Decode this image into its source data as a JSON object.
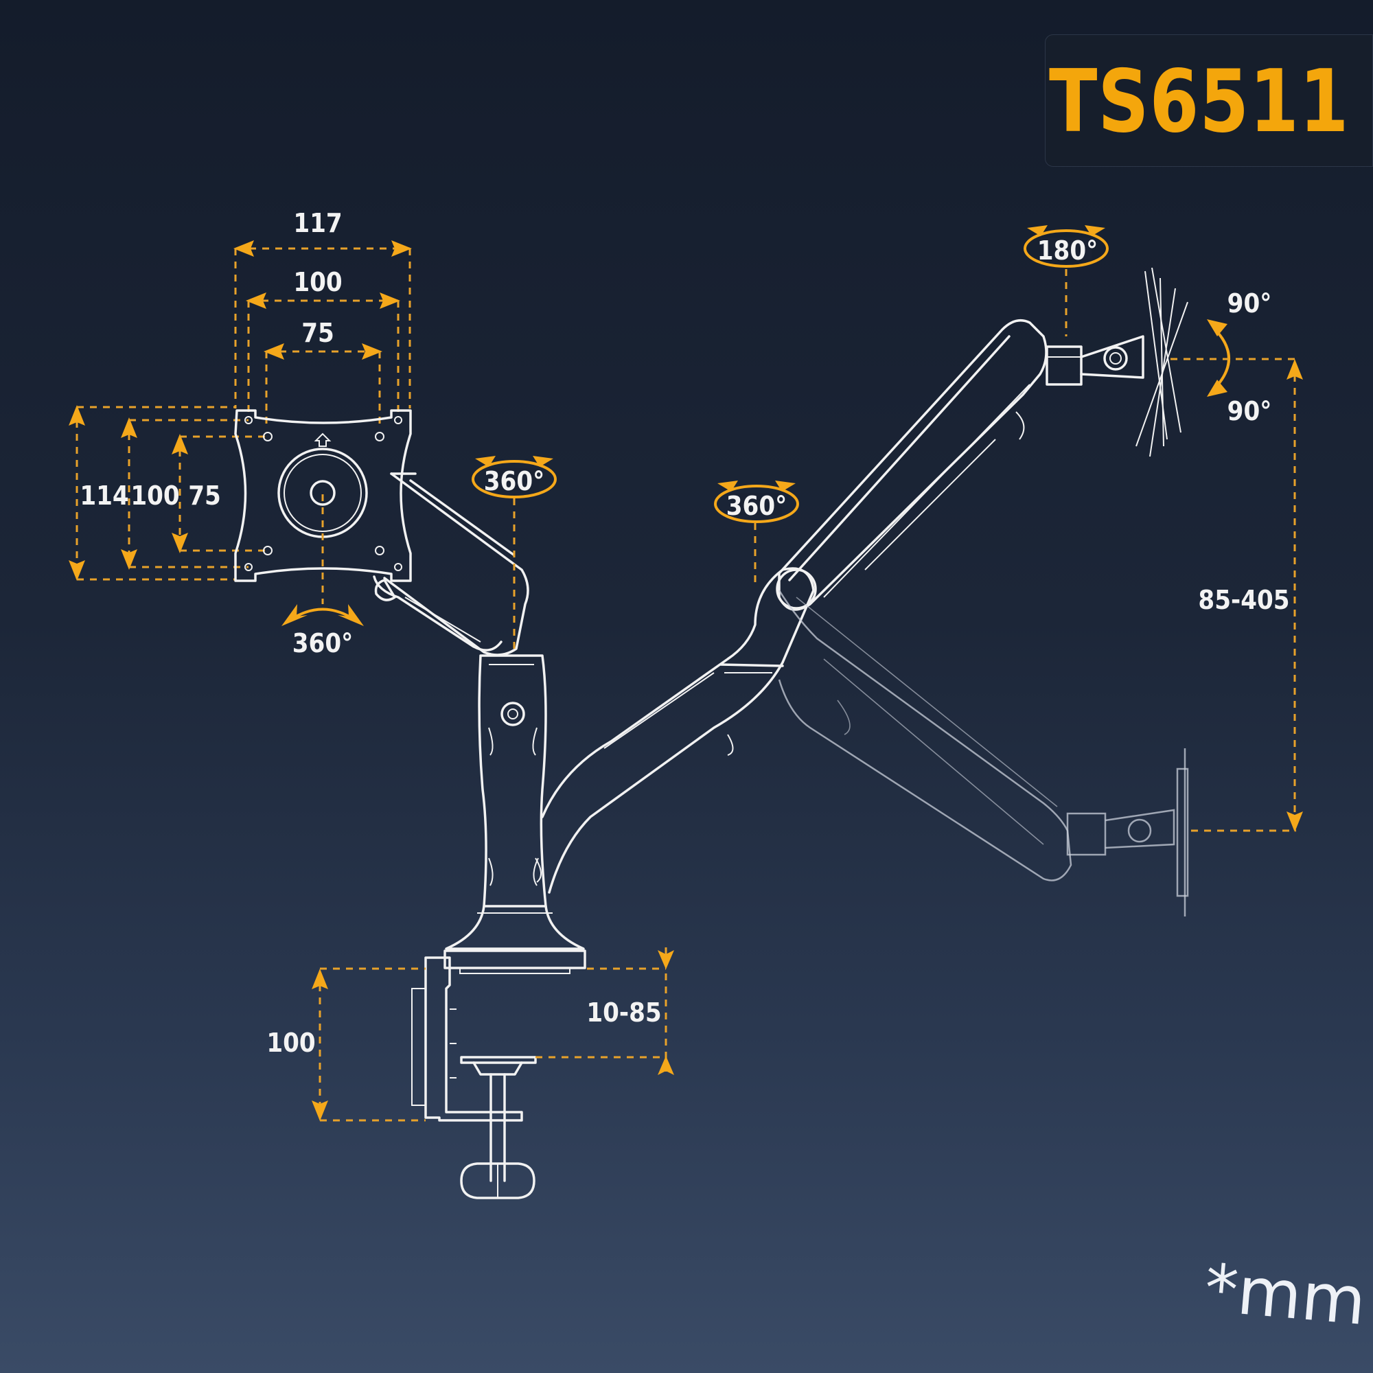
{
  "product": {
    "model": "TS6511"
  },
  "units_note": "*mm",
  "vesa_plate": {
    "width_labels": [
      "117",
      "100",
      "75"
    ],
    "height_labels": [
      "114",
      "100",
      "75"
    ],
    "rotation": "360°"
  },
  "arm_joints": {
    "upper_joint_rotation": "360°",
    "elbow_joint_rotation": "360°",
    "head_swivel": "180°",
    "tilt_up": "90°",
    "tilt_down": "90°"
  },
  "height_adjustment": "85-405",
  "clamp": {
    "height": "100",
    "desk_thickness": "10-85"
  },
  "colors": {
    "accent": "#f4a60c",
    "line": "#f2f2f2",
    "background": "#1c2638"
  }
}
